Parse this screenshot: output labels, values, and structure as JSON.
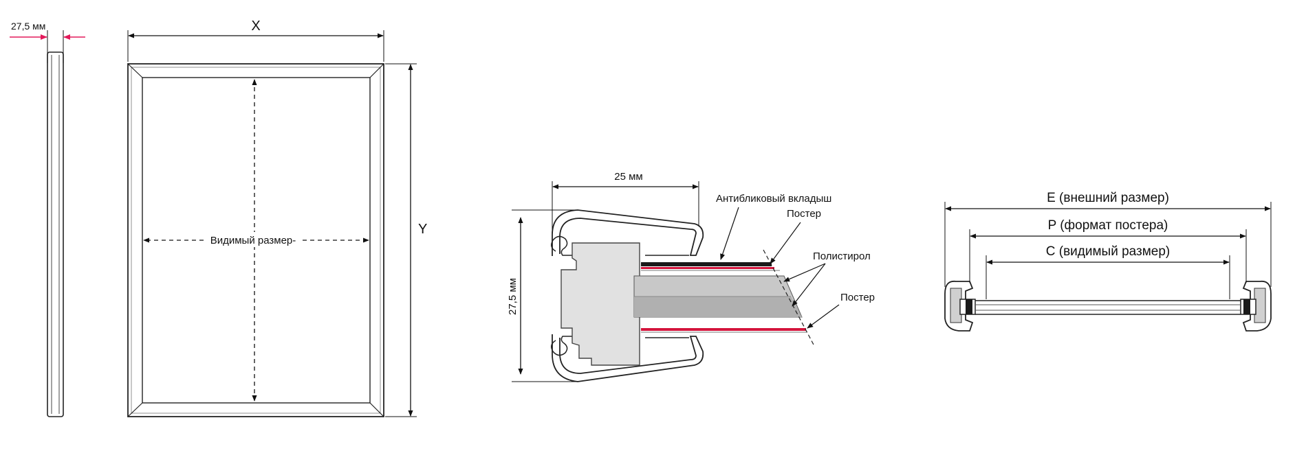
{
  "side_view": {
    "thickness_label": "27,5 мм"
  },
  "front_view": {
    "width_label": "X",
    "height_label": "Y",
    "visible_size_label": "Видимый размер-"
  },
  "section_view": {
    "width_label": "25 мм",
    "height_label": "27,5 мм",
    "label_antiglare": "Антибликовый вкладыш",
    "label_poster_top": "Постер",
    "label_polystyrene": "Полистирол",
    "label_poster_bottom": "Постер"
  },
  "plan_view": {
    "outer_label": "E (внешний размер)",
    "poster_label": "P (формат постера)",
    "visible_label": "C (видимый размер)"
  },
  "colors": {
    "accent_arrow": "#e3195a",
    "poster_line": "#d4143c",
    "insert_fill": "#1a1a1a",
    "panel_fill": "#c8c8c8"
  }
}
